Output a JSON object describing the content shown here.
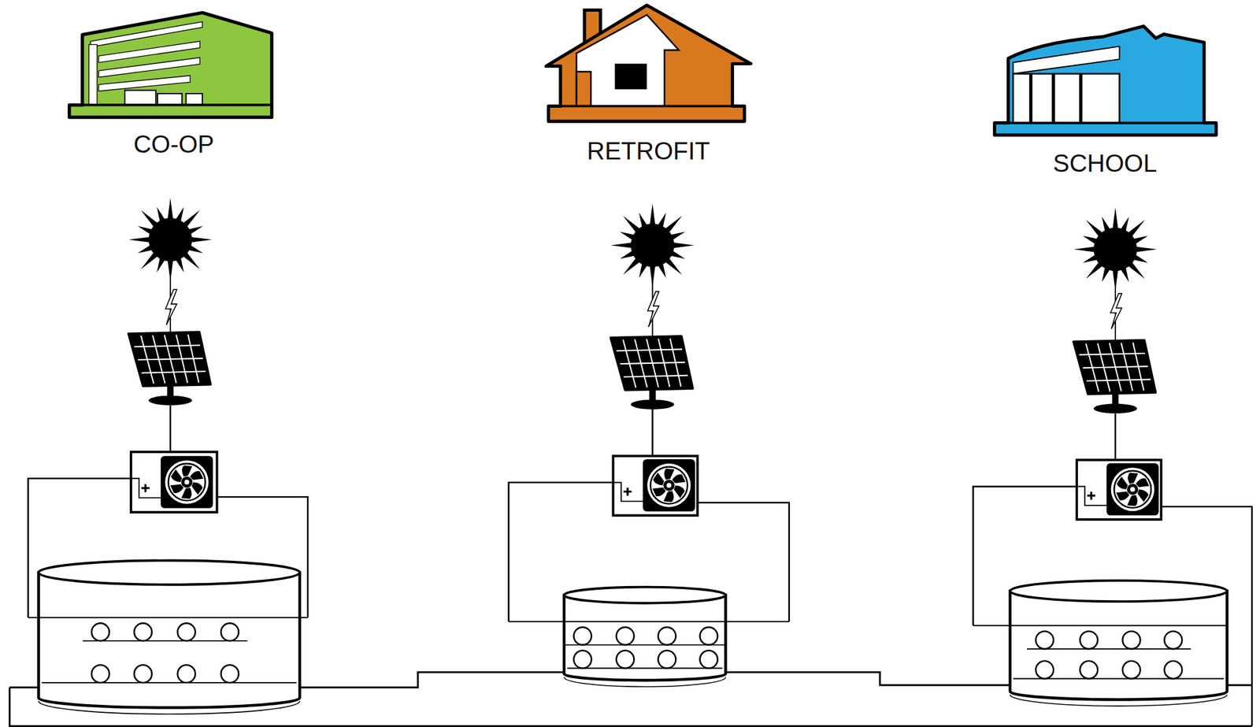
{
  "diagram": {
    "nodes": [
      {
        "text": [
          "CO-OP"
        ]
      },
      {
        "text": [
          "RETROFIT"
        ]
      },
      {
        "text": [
          "SCHOOL"
        ]
      }
    ]
  }
}
